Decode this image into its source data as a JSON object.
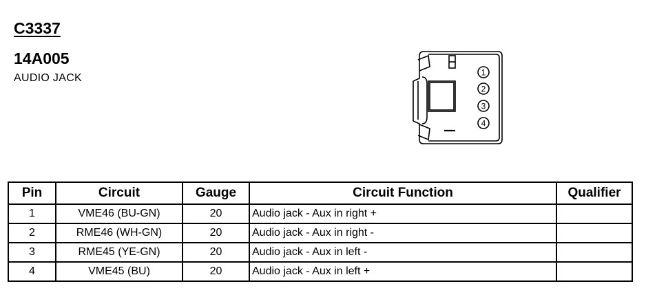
{
  "header": {
    "connector_id": "C3337",
    "part_number": "14A005",
    "description": "AUDIO JACK"
  },
  "diagram": {
    "pin_labels": [
      "1",
      "2",
      "3",
      "4"
    ]
  },
  "table": {
    "headers": {
      "pin": "Pin",
      "circuit": "Circuit",
      "gauge": "Gauge",
      "function": "Circuit Function",
      "qualifier": "Qualifier"
    },
    "rows": [
      {
        "pin": "1",
        "circuit": "VME46 (BU-GN)",
        "gauge": "20",
        "function": "Audio jack - Aux in right +",
        "qualifier": ""
      },
      {
        "pin": "2",
        "circuit": "RME46 (WH-GN)",
        "gauge": "20",
        "function": "Audio jack - Aux in right -",
        "qualifier": ""
      },
      {
        "pin": "3",
        "circuit": "RME45 (YE-GN)",
        "gauge": "20",
        "function": "Audio jack - Aux in left -",
        "qualifier": ""
      },
      {
        "pin": "4",
        "circuit": "VME45 (BU)",
        "gauge": "20",
        "function": "Audio jack - Aux in left +",
        "qualifier": ""
      }
    ]
  }
}
